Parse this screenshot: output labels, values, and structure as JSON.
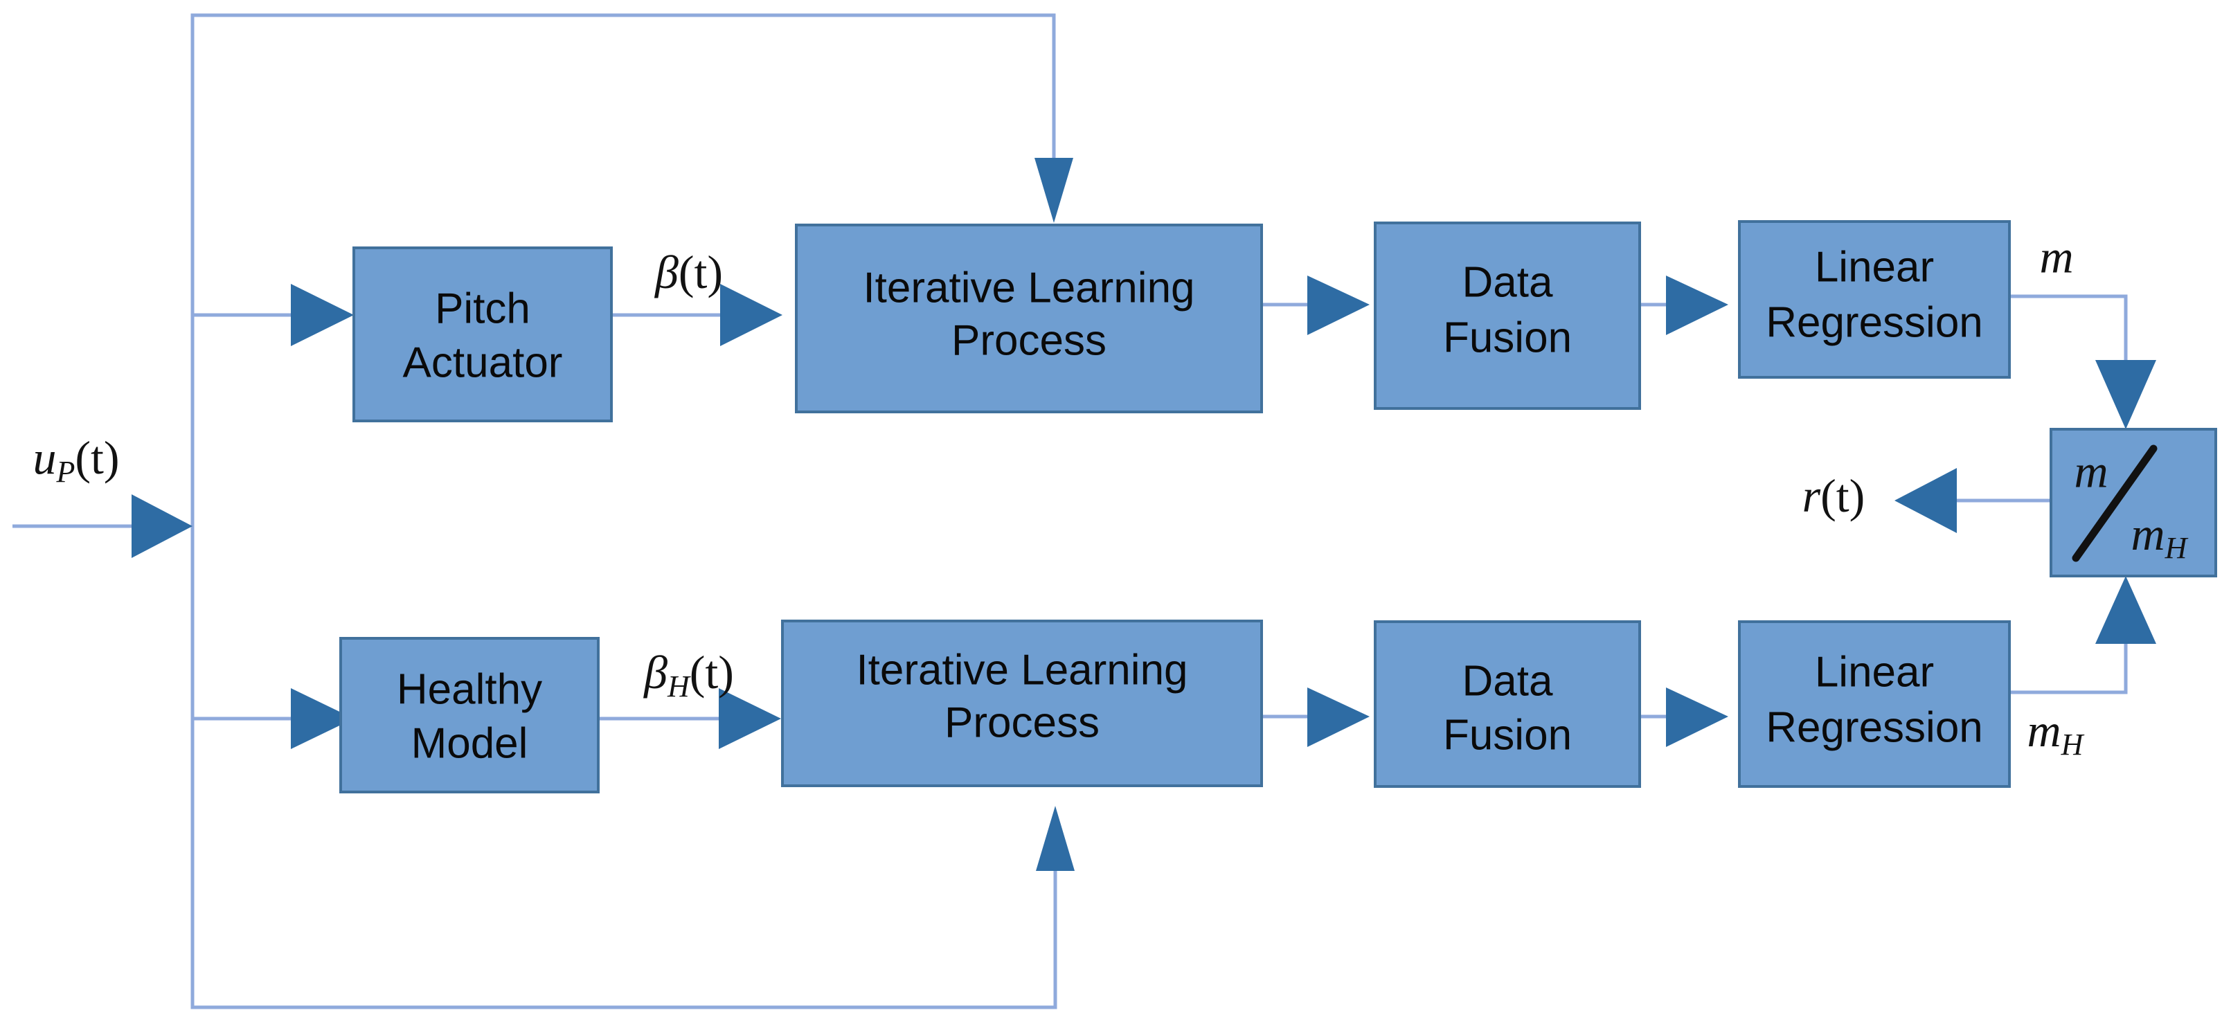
{
  "diagram": {
    "type": "block-diagram",
    "title": "",
    "background_color": "#ffffff",
    "palette": {
      "block_fill": "#6f9ed1",
      "block_stroke": "#41719c",
      "wire": "#8faadc",
      "arrowhead": "#2e6ca4",
      "text": "#0a0a0a"
    },
    "blocks": [
      {
        "id": "pitch-actuator",
        "line1": "Pitch",
        "line2": "Actuator",
        "row": "top"
      },
      {
        "id": "ilp-top",
        "line1": "Iterative Learning",
        "line2": "Process",
        "row": "top"
      },
      {
        "id": "data-fusion-top",
        "line1": "Data",
        "line2": "Fusion",
        "row": "top"
      },
      {
        "id": "linear-regression-top",
        "line1": "Linear",
        "line2": "Regression",
        "row": "top"
      },
      {
        "id": "healthy-model",
        "line1": "Healthy",
        "line2": "Model",
        "row": "bottom"
      },
      {
        "id": "ilp-bottom",
        "line1": "Iterative Learning",
        "line2": "Process",
        "row": "bottom"
      },
      {
        "id": "data-fusion-bottom",
        "line1": "Data",
        "line2": "Fusion",
        "row": "bottom"
      },
      {
        "id": "linear-regression-bottom",
        "line1": "Linear",
        "line2": "Regression",
        "row": "bottom"
      }
    ],
    "divider_block": {
      "id": "ratio-block",
      "numerator": "m",
      "denominator": "m",
      "denominator_sub": "H"
    },
    "signals": {
      "input": {
        "base": "u",
        "sub": "P",
        "arg": "(t)"
      },
      "beta_top": {
        "base": "β",
        "sub": "",
        "arg": "(t)"
      },
      "beta_bottom": {
        "base": "β",
        "sub": "H",
        "arg": "(t)"
      },
      "m_top": {
        "base": "m",
        "sub": "",
        "arg": ""
      },
      "m_bottom": {
        "base": "m",
        "sub": "H",
        "arg": ""
      },
      "residual": {
        "base": "r",
        "sub": "",
        "arg": "(t)"
      }
    }
  }
}
